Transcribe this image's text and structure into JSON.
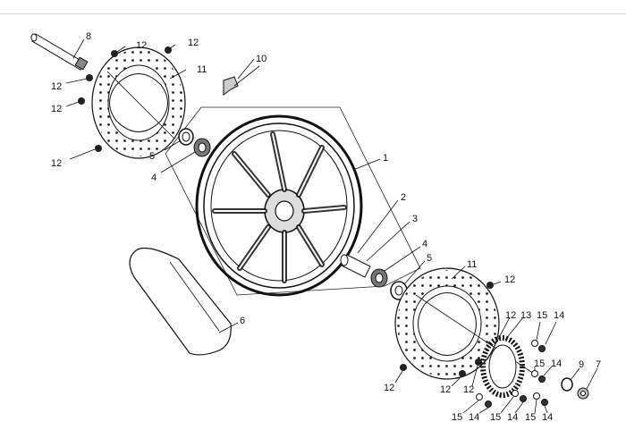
{
  "diagram": {
    "callouts": [
      {
        "id": "c1",
        "text": "8"
      },
      {
        "id": "c2",
        "text": "12"
      },
      {
        "id": "c3",
        "text": "12"
      },
      {
        "id": "c4",
        "text": "11"
      },
      {
        "id": "c5",
        "text": "12"
      },
      {
        "id": "c6",
        "text": "12"
      },
      {
        "id": "c7",
        "text": "12"
      },
      {
        "id": "c8",
        "text": "10"
      },
      {
        "id": "c9",
        "text": "5"
      },
      {
        "id": "c10",
        "text": "4"
      },
      {
        "id": "c11",
        "text": "1"
      },
      {
        "id": "c12",
        "text": "2"
      },
      {
        "id": "c13",
        "text": "3"
      },
      {
        "id": "c14",
        "text": "4"
      },
      {
        "id": "c15",
        "text": "5"
      },
      {
        "id": "c16",
        "text": "11"
      },
      {
        "id": "c17",
        "text": "12"
      },
      {
        "id": "c18",
        "text": "6"
      },
      {
        "id": "c19",
        "text": "12"
      },
      {
        "id": "c20",
        "text": "13"
      },
      {
        "id": "c21",
        "text": "15"
      },
      {
        "id": "c22",
        "text": "14"
      },
      {
        "id": "c23",
        "text": "15"
      },
      {
        "id": "c24",
        "text": "14"
      },
      {
        "id": "c25",
        "text": "9"
      },
      {
        "id": "c26",
        "text": "7"
      },
      {
        "id": "c27",
        "text": "12"
      },
      {
        "id": "c28",
        "text": "12"
      },
      {
        "id": "c29",
        "text": "12"
      },
      {
        "id": "c30",
        "text": "15"
      },
      {
        "id": "c31",
        "text": "14"
      },
      {
        "id": "c32",
        "text": "15"
      },
      {
        "id": "c33",
        "text": "14"
      },
      {
        "id": "c34",
        "text": "15"
      },
      {
        "id": "c35",
        "text": "14"
      }
    ]
  }
}
